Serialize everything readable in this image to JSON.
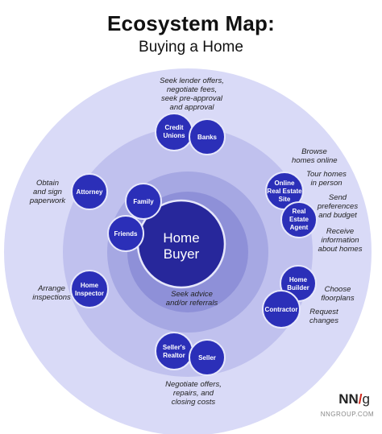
{
  "title": "Ecosystem Map:",
  "subtitle": "Buying a Home",
  "center": {
    "line1": "Home",
    "line2": "Buyer"
  },
  "nodes": {
    "credit_unions": [
      "Credit",
      "Unions"
    ],
    "banks": [
      "Banks"
    ],
    "online_site": [
      "Online",
      "Real Estate",
      "Site"
    ],
    "agent": [
      "Real",
      "Estate",
      "Agent"
    ],
    "attorney": [
      "Attorney"
    ],
    "family": [
      "Family"
    ],
    "friends": [
      "Friends"
    ],
    "inspector": [
      "Home",
      "Inspector"
    ],
    "builder": [
      "Home",
      "Builder"
    ],
    "contractor": [
      "Contractor"
    ],
    "sellers_realtor": [
      "Seller's",
      "Realtor"
    ],
    "seller": [
      "Seller"
    ]
  },
  "notes": {
    "lender": [
      "Seek lender offers,",
      "negotiate fees,",
      "seek pre-approval",
      "and approval"
    ],
    "browse": [
      "Browse",
      "homes online"
    ],
    "tour": [
      "Tour homes",
      "in person"
    ],
    "send": [
      "Send",
      "preferences",
      "and budget"
    ],
    "receive": [
      "Receive",
      "information",
      "about homes"
    ],
    "obtain": [
      "Obtain",
      "and sign",
      "paperwork"
    ],
    "inspect": [
      "Arrange",
      "inspections"
    ],
    "floorplans": [
      "Choose",
      "floorplans"
    ],
    "changes": [
      "Request",
      "changes"
    ],
    "advice": [
      "Seek advice",
      "and/or referrals"
    ],
    "negotiate": [
      "Negotiate offers,",
      "repairs, and",
      "closing costs"
    ]
  },
  "logo": {
    "n1": "NN",
    "slash": "/",
    "g": "g"
  },
  "site": "NNGROUP.COM",
  "colors": {
    "ring_outer": "#d9daf7",
    "ring_middle": "#c0c1ee",
    "ring_inner": "#a6a8e3",
    "ring_core": "#8e90d8",
    "center": "#27279b",
    "node": "#2b2fb8",
    "node_border": "#e6e7fb"
  }
}
